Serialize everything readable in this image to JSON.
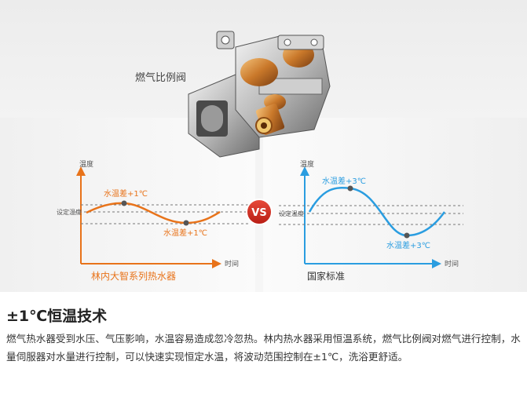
{
  "banner": {
    "valve_label": "燃气比例阀",
    "vs_label": "VS",
    "left_chart": {
      "y_axis_label": "温度",
      "setpoint_label": "设定温度",
      "x_axis_label": "时间",
      "upper_note": "水温差+1℃",
      "lower_note": "水温差+1℃",
      "brand": "林内大智系列热水器",
      "accent_color": "#e8731a"
    },
    "right_chart": {
      "y_axis_label": "温度",
      "setpoint_label": "设定温度",
      "x_axis_label": "时间",
      "upper_note": "水温差+3℃",
      "lower_note": "水温差+3℃",
      "brand": "国家标准",
      "accent_color": "#2a9de0"
    }
  },
  "article": {
    "heading": "±1℃恒温技术",
    "body": "燃气热水器受到水压、气压影响，水温容易造成忽冷忽热。林内热水器采用恒温系统，燃气比例阀对燃气进行控制，水量伺服器对水量进行控制，可以快速实现恒定水温，将波动范围控制在±1℃，洗浴更舒适。"
  }
}
